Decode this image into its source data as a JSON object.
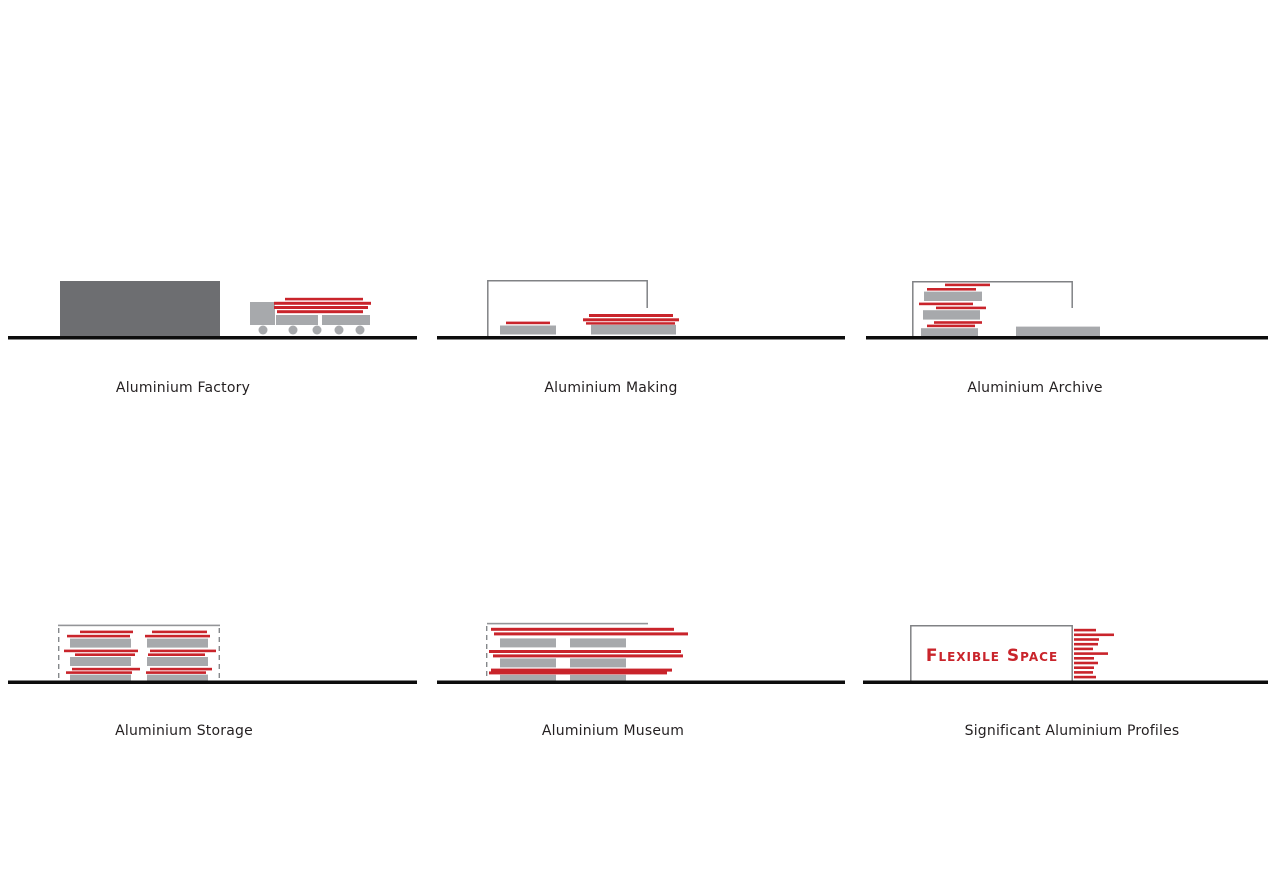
{
  "colors": {
    "profile_red": "#c9242b",
    "building_dark_gray": "#6d6e71",
    "element_light_gray": "#a7a9ac",
    "outline_gray": "#808285",
    "ground_black": "#0d0d0d",
    "label_text": "#231f20"
  },
  "panels": [
    {
      "id": "aluminium-factory",
      "label": "Aluminium Factory",
      "icons": [
        "factory-building",
        "truck-with-aluminium-profiles",
        "ground-line"
      ]
    },
    {
      "id": "aluminium-making",
      "label": "Aluminium Making",
      "icons": [
        "building-outline",
        "casting-platform",
        "aluminium-profile-stack",
        "ground-line"
      ]
    },
    {
      "id": "aluminium-archive",
      "label": "Aluminium Archive",
      "icons": [
        "building-outline",
        "archive-profile-stack",
        "ground-slab",
        "ground-line"
      ]
    },
    {
      "id": "aluminium-storage",
      "label": "Aluminium Storage",
      "icons": [
        "dashed-volume-outline",
        "roof-line",
        "profile-stacks",
        "ground-line"
      ]
    },
    {
      "id": "aluminium-museum",
      "label": "Aluminium Museum",
      "icons": [
        "dashed-boundary-line",
        "roof-line",
        "extended-profile-stacks",
        "ground-line"
      ]
    },
    {
      "id": "significant-aluminium-profiles",
      "label": "Significant Aluminium Profiles",
      "icons": [
        "flexible-space-box",
        "profile-bar-stack",
        "ground-line"
      ],
      "box_text": "Flexible Space"
    }
  ]
}
